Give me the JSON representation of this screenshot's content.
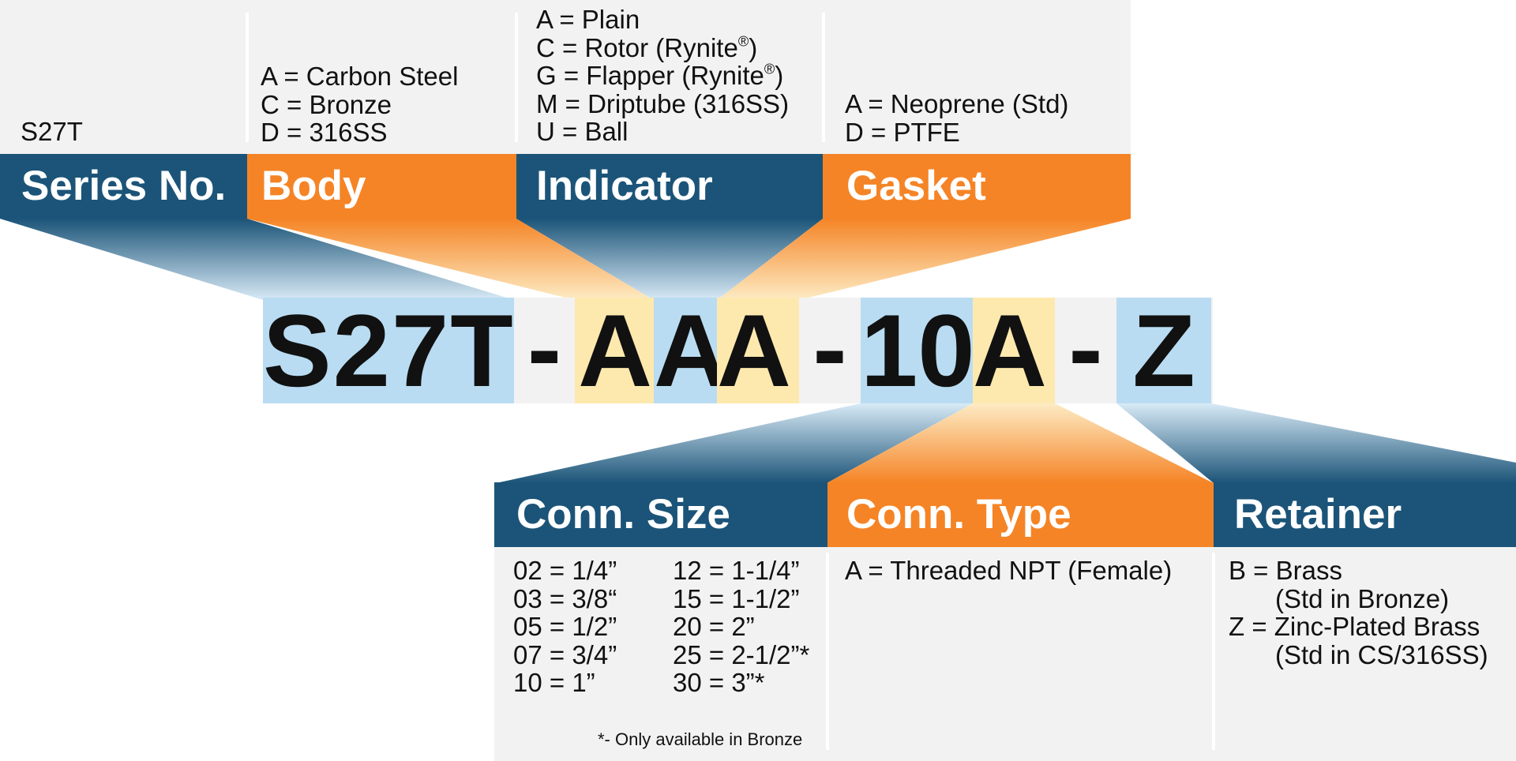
{
  "part_number": {
    "series": "S27T",
    "dash": "-",
    "body_code": "A",
    "indicator_code": "A",
    "gasket_code": "A",
    "size_code": "10",
    "type_code": "A",
    "retainer_code": "Z"
  },
  "top_fields": [
    {
      "header": "Series No.",
      "options": [
        "S27T"
      ]
    },
    {
      "header": "Body",
      "options": [
        "A = Carbon Steel",
        "C = Bronze",
        "D = 316SS"
      ]
    },
    {
      "header": "Indicator",
      "options": [
        "A = Plain",
        "C = Rotor (Rynite",
        "G = Flapper (Rynite",
        "M = Driptube (316SS)",
        "U = Ball"
      ]
    },
    {
      "header": "Gasket",
      "options": [
        "A = Neoprene (Std)",
        "D = PTFE"
      ]
    }
  ],
  "registered_mark": "®",
  "close_paren": ")",
  "bottom_fields": [
    {
      "header": "Conn. Size",
      "options_left": [
        "02 = 1/4”",
        "03 = 3/8“",
        "05 = 1/2”",
        "07 = 3/4”",
        "10 = 1”"
      ],
      "options_right": [
        "12 = 1-1/4”",
        "15 = 1-1/2”",
        "20 = 2”",
        "25 = 2-1/2”*",
        "30 = 3”*"
      ],
      "note": "*- Only available in Bronze"
    },
    {
      "header": "Conn. Type",
      "options": [
        "A = Threaded NPT (Female)"
      ]
    },
    {
      "header": "Retainer",
      "options": [
        "B = Brass",
        "(Std in Bronze)",
        "Z = Zinc-Plated Brass",
        "(Std in CS/316SS)"
      ]
    }
  ],
  "colors": {
    "header_blue": "#1b5478",
    "header_orange": "#f58426",
    "code_blue": "#b9dcf2",
    "code_yellow": "#fde9ae",
    "panel_grey": "#f2f2f2"
  }
}
